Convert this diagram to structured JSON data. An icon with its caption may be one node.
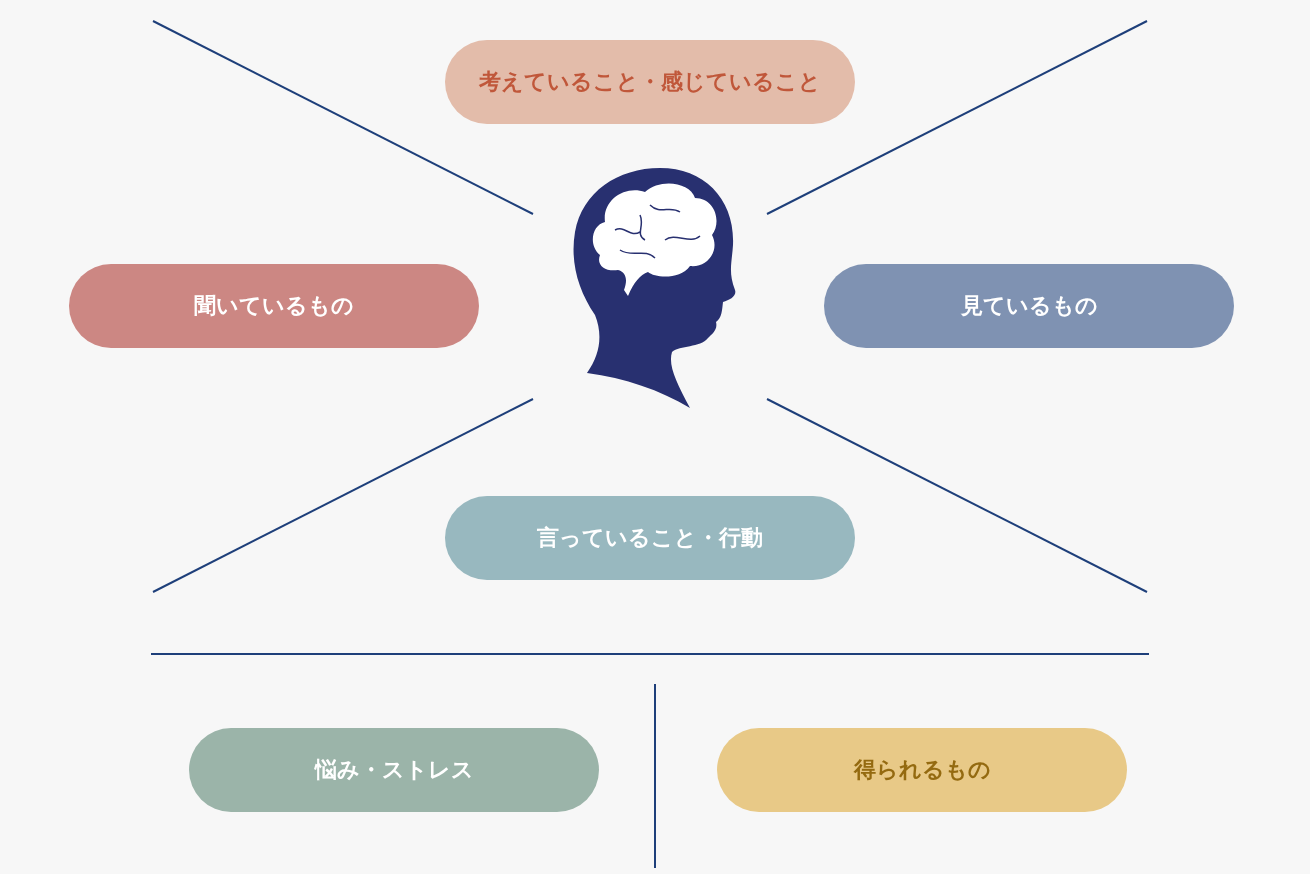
{
  "diagram": {
    "nodes": [
      {
        "text": [
          "考えていること・感じていること"
        ]
      },
      {
        "text": [
          "聞いているもの"
        ]
      },
      {
        "text": [
          "見ているもの"
        ]
      },
      {
        "text": [
          "言っていること・行動"
        ]
      },
      {
        "text": [
          "悩み・ストレス"
        ]
      },
      {
        "text": [
          "得られるもの"
        ]
      }
    ]
  }
}
